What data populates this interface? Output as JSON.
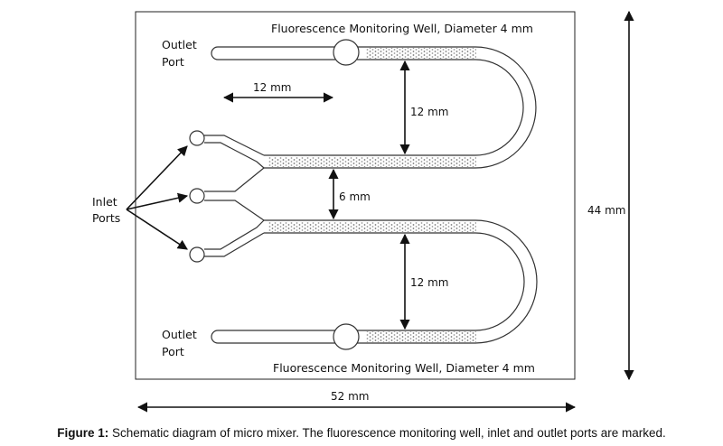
{
  "labels": {
    "outlet_top": [
      "Outlet",
      "Port"
    ],
    "outlet_bottom": [
      "Outlet",
      "Port"
    ],
    "inlet": [
      "Inlet",
      "Ports"
    ],
    "well_top": "Fluorescence Monitoring Well, Diameter 4 mm",
    "well_bottom": "Fluorescence Monitoring Well, Diameter 4 mm"
  },
  "dimensions": {
    "top_length": "12 mm",
    "upper_gap": "12 mm",
    "middle_gap": "6 mm",
    "lower_gap": "12 mm",
    "height": "44 mm",
    "width": "52 mm"
  },
  "caption": {
    "prefix": "Figure 1:",
    "text": " Schematic diagram of micro mixer. The fluorescence monitoring well, inlet and outlet ports are marked."
  }
}
